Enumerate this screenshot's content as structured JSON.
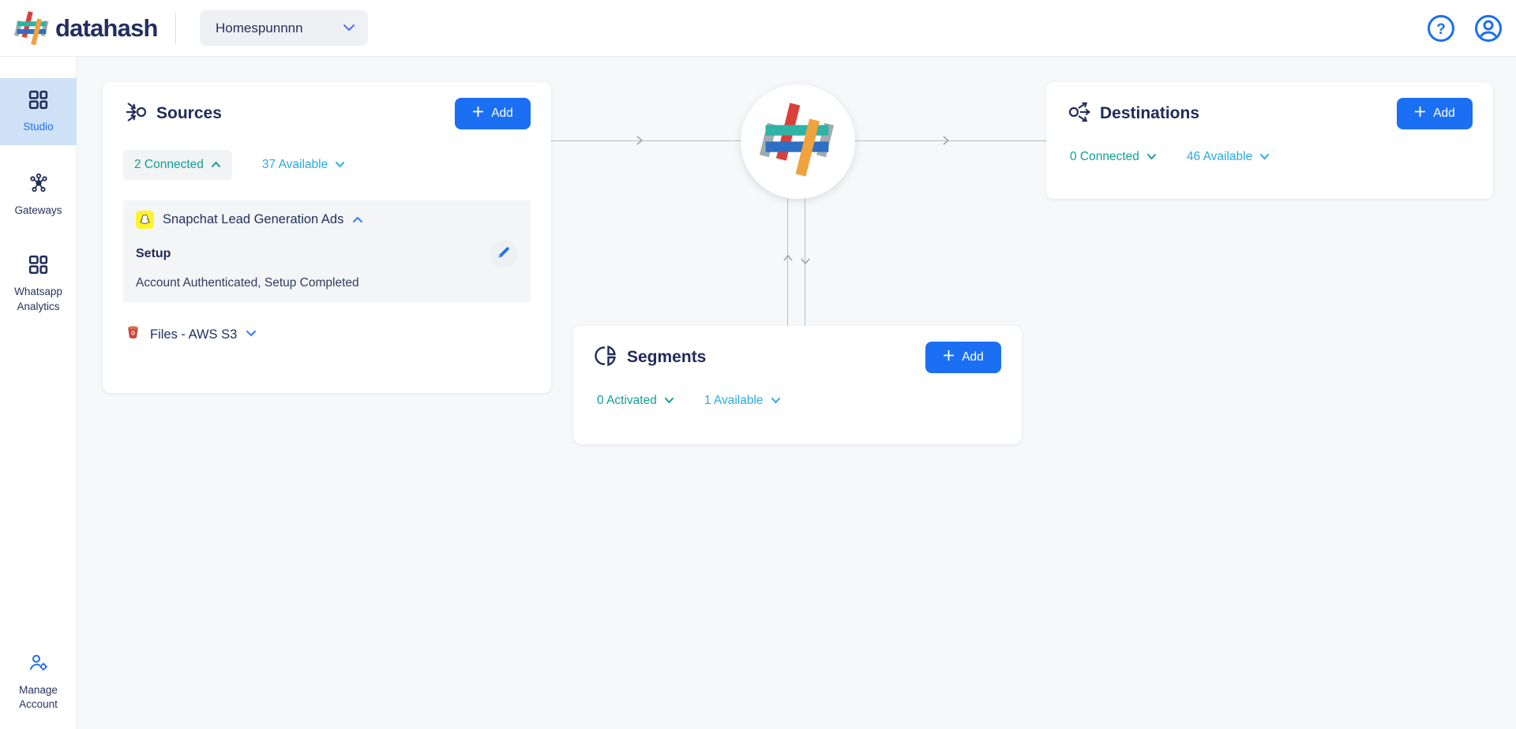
{
  "header": {
    "brand": "datahash",
    "workspace": "Homespunnnn"
  },
  "sidebar": {
    "items": [
      {
        "label": "Studio"
      },
      {
        "label": "Gateways"
      },
      {
        "label": "Whatsapp Analytics"
      }
    ],
    "manage_account": "Manage Account"
  },
  "sources": {
    "title": "Sources",
    "add": "Add",
    "connected": "2 Connected",
    "available": "37 Available",
    "snapchat": {
      "name": "Snapchat Lead Generation Ads",
      "step": "Setup",
      "status": "Account Authenticated, Setup Completed"
    },
    "files": {
      "name": "Files - AWS S3"
    }
  },
  "segments": {
    "title": "Segments",
    "add": "Add",
    "activated": "0 Activated",
    "available": "1 Available"
  },
  "destinations": {
    "title": "Destinations",
    "add": "Add",
    "connected": "0 Connected",
    "available": "46 Available"
  },
  "colors": {
    "accent_blue": "#1a6ff2",
    "teal": "#12a095",
    "sky_blue": "#29abe2",
    "navy": "#22305f",
    "snapchat_yellow": "#fff32b",
    "s3_red": "#c9473a"
  }
}
